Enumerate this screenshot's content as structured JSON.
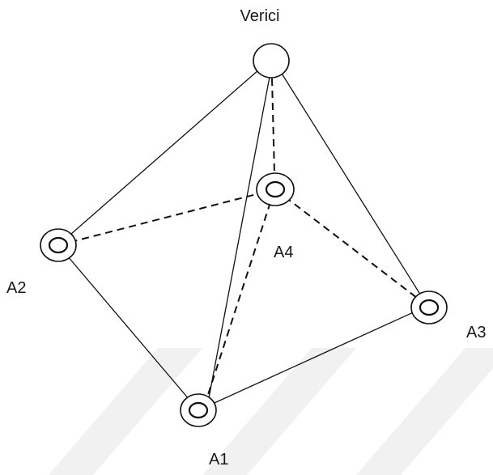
{
  "nodes": {
    "transmitter": {
      "label": "Verici",
      "type": "single-circle"
    },
    "a1": {
      "label": "A1",
      "type": "double-circle"
    },
    "a2": {
      "label": "A2",
      "type": "double-circle"
    },
    "a3": {
      "label": "A3",
      "type": "double-circle"
    },
    "a4": {
      "label": "A4",
      "type": "double-circle"
    }
  },
  "edges": [
    {
      "from": "transmitter",
      "to": "a2",
      "style": "solid"
    },
    {
      "from": "transmitter",
      "to": "a1",
      "style": "solid"
    },
    {
      "from": "transmitter",
      "to": "a3",
      "style": "solid"
    },
    {
      "from": "transmitter",
      "to": "a4",
      "style": "dashed"
    },
    {
      "from": "a2",
      "to": "a1",
      "style": "solid"
    },
    {
      "from": "a1",
      "to": "a3",
      "style": "solid"
    },
    {
      "from": "a2",
      "to": "a4",
      "style": "dashed"
    },
    {
      "from": "a4",
      "to": "a3",
      "style": "dashed"
    },
    {
      "from": "a4",
      "to": "a1",
      "style": "dashed"
    }
  ],
  "colors": {
    "stroke": "#111111",
    "label": "#1a1a1a",
    "watermark": "#f1f1f1"
  }
}
